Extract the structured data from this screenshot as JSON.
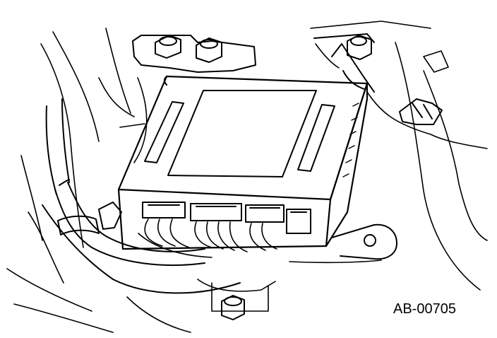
{
  "figure": {
    "reference_code": "AB-00705"
  },
  "colors": {
    "line": "#000000",
    "background": "#ffffff"
  },
  "parts": [
    "harness-tube-left",
    "harness-clip-left",
    "mounting-bracket",
    "control-module",
    "module-label-panel",
    "module-side-slot-left",
    "module-side-slot-right",
    "connector-1",
    "connector-2",
    "connector-3",
    "connector-4",
    "wire-bundle",
    "bolt-top-left",
    "bolt-top-center",
    "bolt-top-right",
    "bolt-bottom",
    "harness-clip-right",
    "bracket-hole"
  ]
}
